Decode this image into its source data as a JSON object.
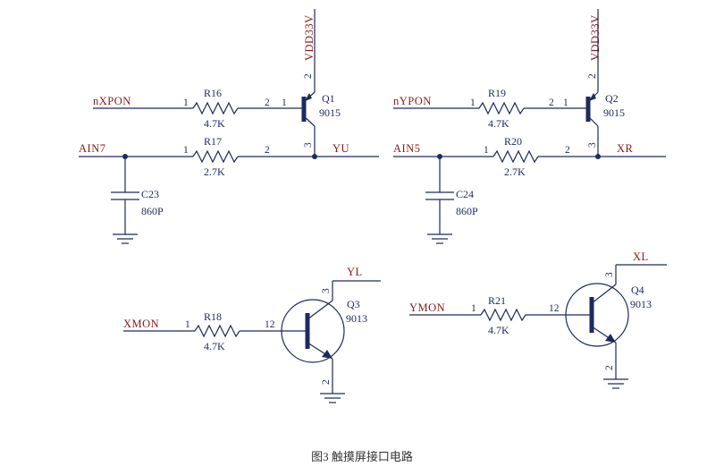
{
  "figure_caption": "图3  触摸屏接口电路",
  "nets": {
    "vdd_left": "VDD33V",
    "vdd_right": "VDD33V",
    "nxpon": "nXPON",
    "nypon": "nYPON",
    "ain7": "AIN7",
    "ain5": "AIN5",
    "yu": "YU",
    "xr": "XR",
    "yl": "YL",
    "xl": "XL",
    "xmon": "XMON",
    "ymon": "YMON"
  },
  "resistors": {
    "r16": {
      "ref": "R16",
      "value": "4.7K"
    },
    "r17": {
      "ref": "R17",
      "value": "2.7K"
    },
    "r18": {
      "ref": "R18",
      "value": "4.7K"
    },
    "r19": {
      "ref": "R19",
      "value": "4.7K"
    },
    "r20": {
      "ref": "R20",
      "value": "2.7K"
    },
    "r21": {
      "ref": "R21",
      "value": "4.7K"
    }
  },
  "capacitors": {
    "c23": {
      "ref": "C23",
      "value": "860P"
    },
    "c24": {
      "ref": "C24",
      "value": "860P"
    }
  },
  "transistors": {
    "q1": {
      "ref": "Q1",
      "part": "9015"
    },
    "q2": {
      "ref": "Q2",
      "part": "9015"
    },
    "q3": {
      "ref": "Q3",
      "part": "9013"
    },
    "q4": {
      "ref": "Q4",
      "part": "9013"
    }
  },
  "pins": {
    "one": "1",
    "two": "2",
    "three": "3",
    "one_two": "12"
  }
}
